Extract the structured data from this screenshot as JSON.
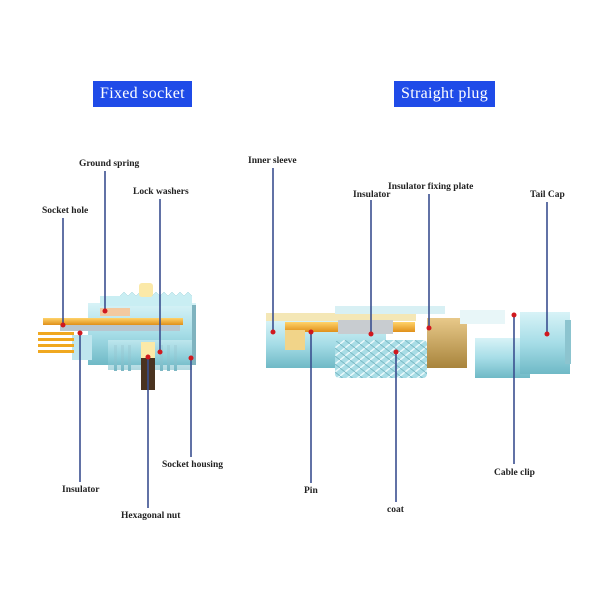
{
  "titles": {
    "fixed_socket": "Fixed socket",
    "straight_plug": "Straight plug"
  },
  "fixed_socket": {
    "labels": {
      "ground_spring": "Ground spring",
      "lock_washers": "Lock washers",
      "socket_hole": "Socket hole",
      "insulator": "Insulator",
      "hexagonal_nut": "Hexagonal nut",
      "socket_housing": "Socket housing"
    }
  },
  "straight_plug": {
    "labels": {
      "inner_sleeve": "Inner sleeve",
      "insulator": "Insulator",
      "insulator_fixing_plate": "Insulator fixing plate",
      "tail_cap": "Tail Cap",
      "pin": "Pin",
      "coat": "coat",
      "cable_clip": "Cable clip"
    }
  },
  "colors": {
    "title_bg": "#1f4be8",
    "leader_line": "#3a4f8f",
    "marker": "#d0181e",
    "body_cyan": "#a9dfe8",
    "gold": "#f0a820"
  }
}
